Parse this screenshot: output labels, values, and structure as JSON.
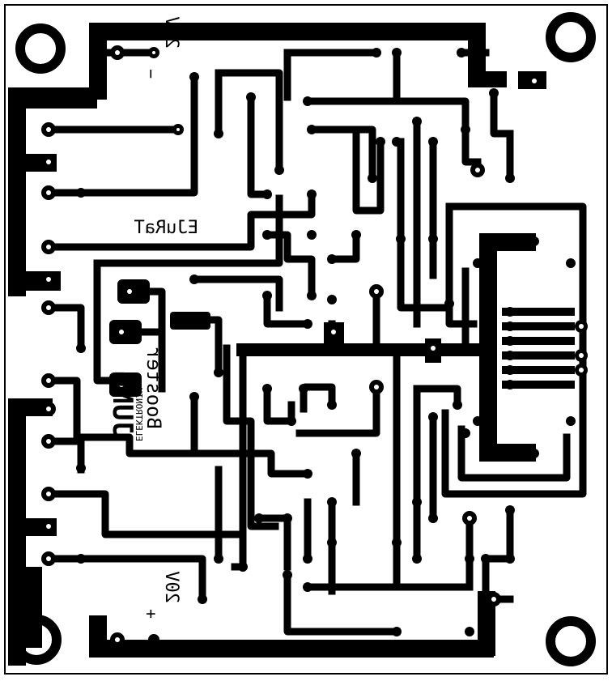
{
  "board": {
    "silkscreen": {
      "top_volt": "20V",
      "top_sign": "−",
      "name": "EJuRaT",
      "bottom_volt": "20V",
      "bottom_sign": "+",
      "logo": "JUNG",
      "logo_sub": "ELEKTRONIK",
      "title": "Booster"
    },
    "colors": {
      "copper": "#000000",
      "background": "#ffffff",
      "drill": "#ffffff"
    }
  }
}
